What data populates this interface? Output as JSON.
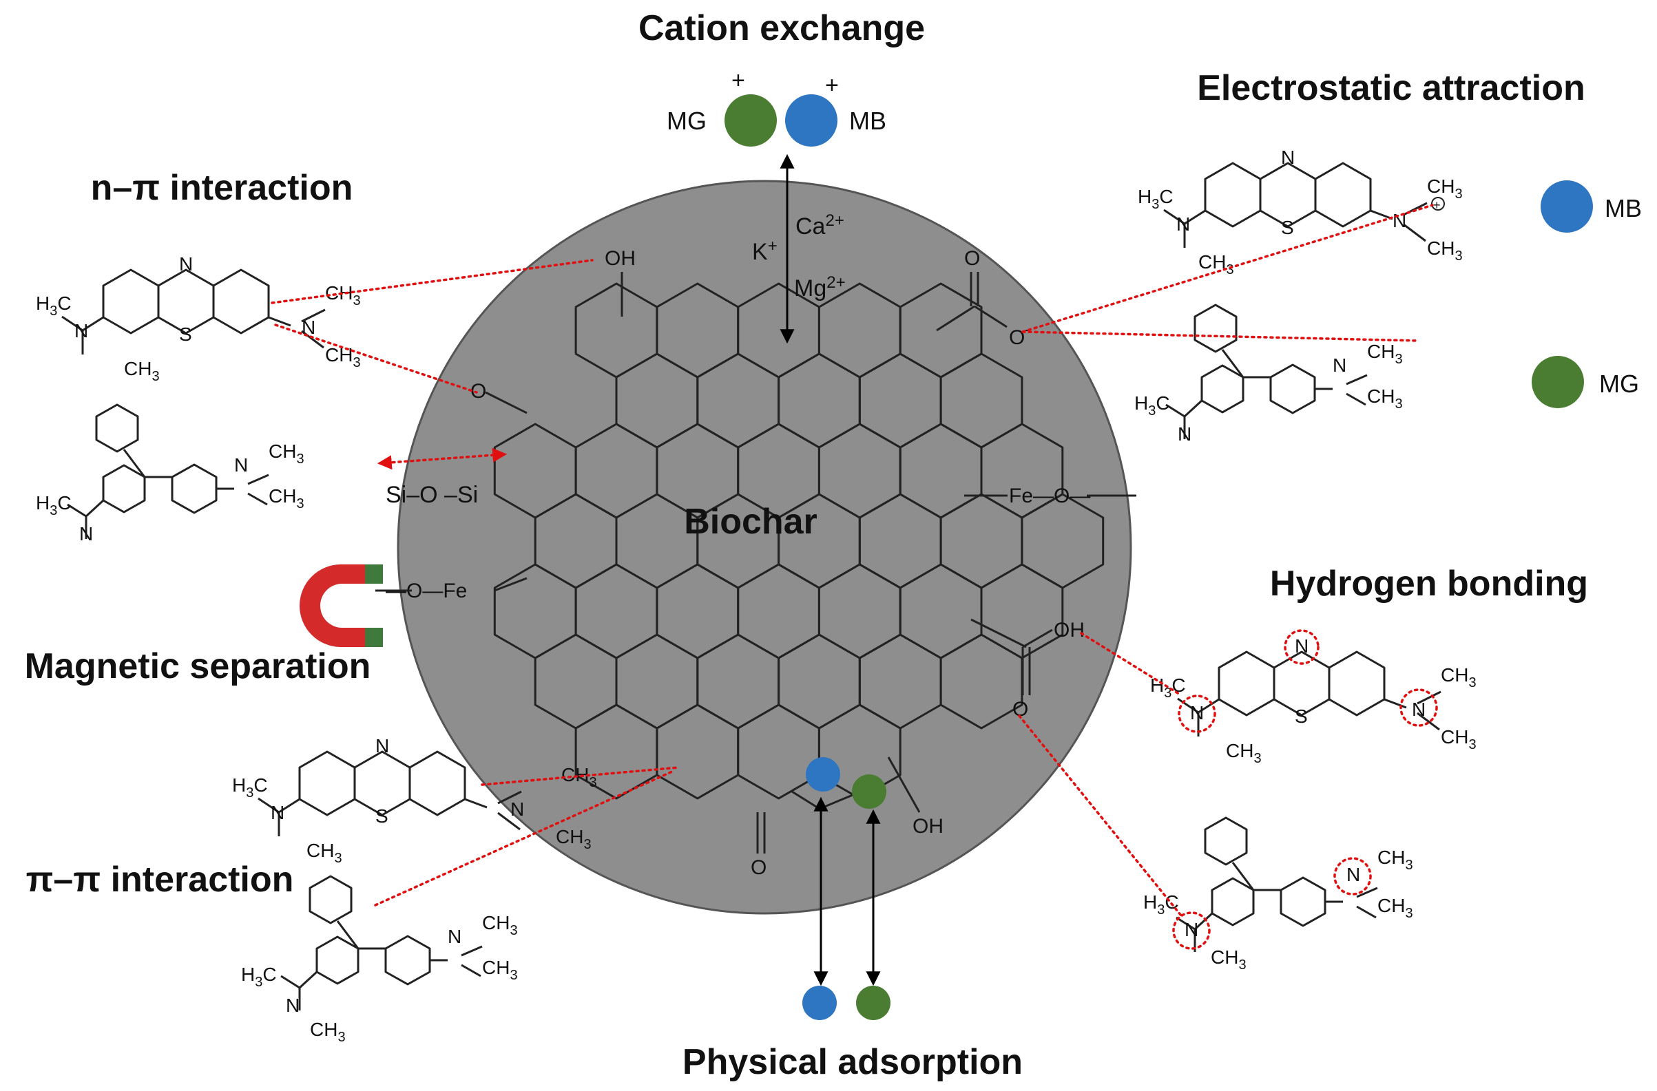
{
  "center_label": "Biochar",
  "mechanisms": {
    "cation_exchange": "Cation exchange",
    "electrostatic": "Electrostatic attraction",
    "n_pi": "n–π interaction",
    "magnetic": "Magnetic separation",
    "pi_pi": "π–π interaction",
    "hydrogen": "Hydrogen bonding",
    "physical": "Physical adsorption"
  },
  "dyes": {
    "mg": "MG",
    "mb": "MB",
    "plus": "+"
  },
  "ions": {
    "ca": "Ca",
    "ca_charge": "2+",
    "k": "K",
    "k_charge": "+",
    "mg": "Mg",
    "mg_charge": "2+"
  },
  "groups": {
    "oh": "OH",
    "o": "O",
    "o_minus": "O",
    "minus": "-",
    "fe_o": "Fe—O—",
    "o_fe": "—O—Fe",
    "si_o_si": "Si–O –Si"
  },
  "atoms": {
    "n": "N",
    "s": "S",
    "ch3": "CH",
    "h3c": "H",
    "three": "3",
    "c": "C",
    "plus_circle": "+"
  },
  "colors": {
    "mg_green": "#4a7d31",
    "mb_blue": "#2e75c2",
    "biochar_fill": "#8e8e8e",
    "dotted_red": "#e01010",
    "magnet_red": "#d42a2a",
    "magnet_green": "#3f7a3c"
  },
  "icons": [
    "magnet-icon",
    "double-arrow-icon"
  ]
}
